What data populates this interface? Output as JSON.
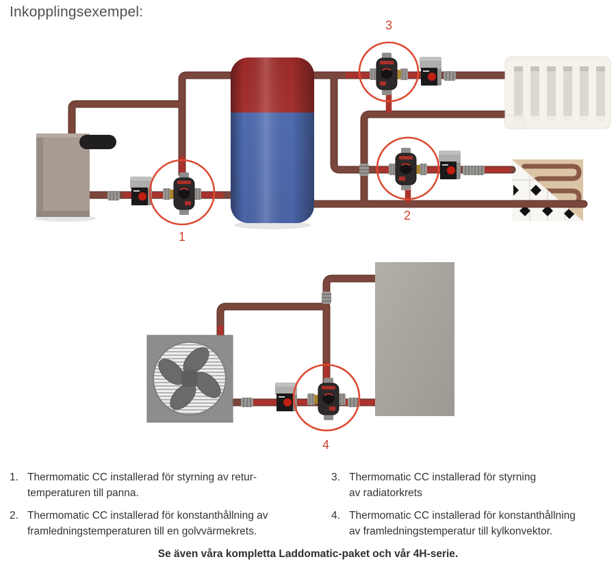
{
  "page": {
    "title": "Inkopplingsexempel:",
    "footer": "Se även våra kompletta Laddomatic-paket och vår 4H-serie."
  },
  "callouts": [
    {
      "label": "1"
    },
    {
      "label": "2"
    },
    {
      "label": "3"
    },
    {
      "label": "4"
    }
  ],
  "legend": {
    "items": [
      {
        "number": "1.",
        "lines": [
          "Thermomatic CC installerad för styrning av retur-",
          "temperaturen till panna."
        ]
      },
      {
        "number": "2.",
        "lines": [
          "Thermomatic CC installerad för konstanthållning av",
          "framledningstemperaturen till en golvvärmekrets."
        ]
      },
      {
        "number": "3.",
        "lines": [
          "Thermomatic CC installerad för styrning",
          "av radiatorkrets"
        ]
      },
      {
        "number": "4.",
        "lines": [
          "Thermomatic CC installerad för konstanthållning",
          "av framledningstemperatur till kylkonvektor."
        ]
      }
    ]
  },
  "diagram": {
    "components": [
      "boiler-illustration",
      "storage-tank-illustration",
      "radiator-illustration",
      "floor-heating-illustration",
      "fan-convector-illustration",
      "convector-panel-illustration",
      "thermomatic-cc-valve-illustration",
      "circulation-pump-illustration"
    ]
  },
  "colors": {
    "pipe_dark": "#7b463c",
    "pipe_red": "#ab332d",
    "highlight_ring": "#dd4a33",
    "callout_red": "#d0402f",
    "tank_red": "#a32f2d",
    "tank_blue": "#4a68b0",
    "brass": "#a8862e",
    "text": "#333333"
  }
}
